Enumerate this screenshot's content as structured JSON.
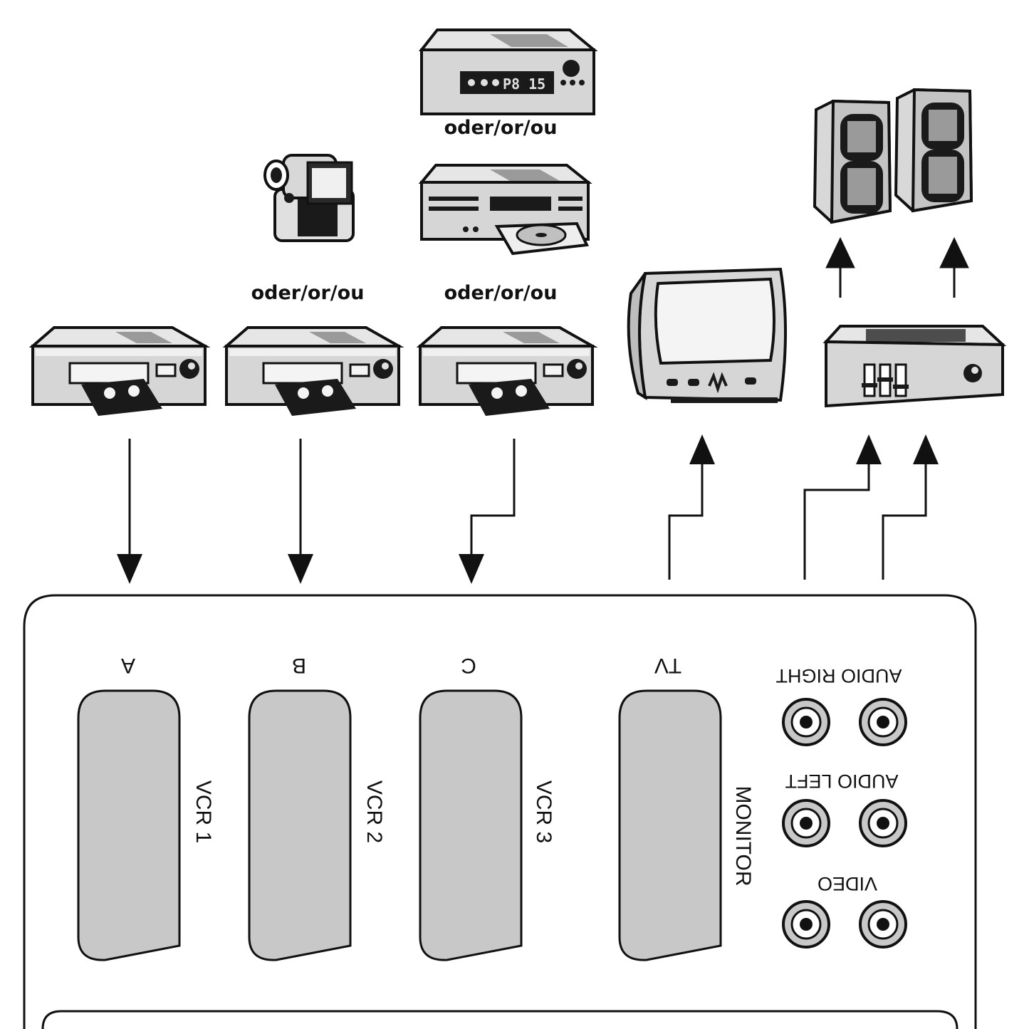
{
  "labels": {
    "or_top": "oder/or/ou",
    "or_camcorder": "oder/or/ou",
    "or_dvd": "oder/or/ou"
  },
  "ports": {
    "a": "A",
    "b": "B",
    "c": "C",
    "tv": "TV",
    "vcr1": "VCR 1",
    "vcr2": "VCR 2",
    "vcr3": "VCR 3",
    "monitor": "MONITOR"
  },
  "jacks": {
    "audio_right": "AUDIO RIGHT",
    "audio_left": "AUDIO LEFT",
    "video": "VIDEO"
  },
  "colors": {
    "line": "#111111",
    "device_fill": "#d4d4d4",
    "slot_fill": "#c8c8c8",
    "dark": "#1a1a1a"
  },
  "icons": [
    "vcr-icon",
    "receiver-icon",
    "camcorder-icon",
    "dvd-player-icon",
    "tv-icon",
    "amplifier-icon",
    "speaker-icon",
    "rca-jack-icon",
    "scart-slot-icon"
  ]
}
